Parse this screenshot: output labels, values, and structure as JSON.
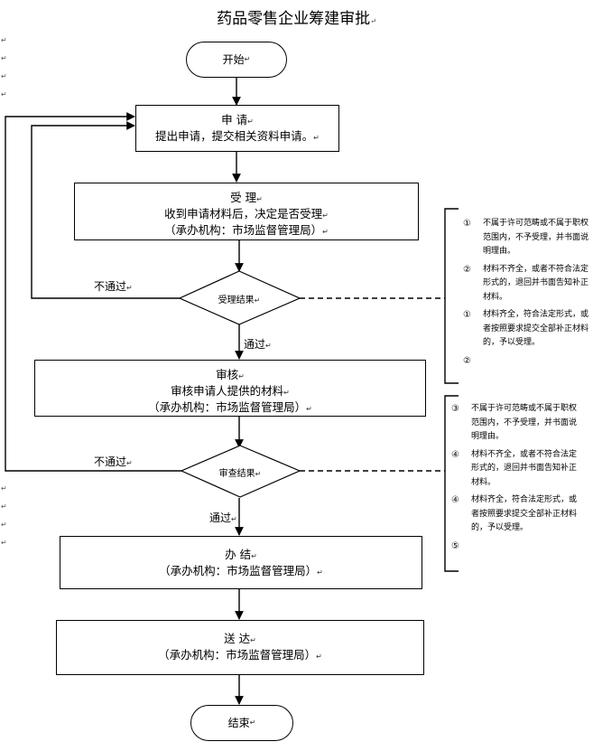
{
  "title": "药品零售企业筹建审批",
  "return_mark": "↵",
  "nodes": {
    "start": "开始",
    "apply": {
      "title": "申 请",
      "desc": "提出申请，提交相关资料申请。"
    },
    "accept": {
      "title": "受 理",
      "desc": "收到申请材料后，决定是否受理",
      "org": "（承办机构：市场监督管理局）"
    },
    "accept_decision": "受理结果",
    "review": {
      "title": "审核",
      "desc": "审核申请人提供的材料",
      "org": "（承办机构：市场监督管理局）"
    },
    "review_decision": "审查结果",
    "handle": {
      "title": "办 结",
      "org": "（承办机构：市场监督管理局）"
    },
    "deliver": {
      "title": "送 达",
      "org": "（承办机构：市场监督管理局）"
    },
    "end": "结束"
  },
  "labels": {
    "fail1": "不通过",
    "pass1": "通过",
    "fail2": "不通过",
    "pass2": "通过"
  },
  "notes1": [
    {
      "num": "①",
      "text": "不属于许可范畴或不属于职权范围内，不予受理，并书面说明理由。"
    },
    {
      "num": "②",
      "text": "材料不齐全，或者不符合法定形式的，退回并书面告知补正材料。"
    },
    {
      "num": "①",
      "text": "材料齐全，符合法定形式，或者按照要求提交全部补正材料的，予以受理。"
    },
    {
      "num": "②",
      "text": ""
    }
  ],
  "notes2": [
    {
      "num": "③",
      "text": "不属于许可范畴或不属于职权范围内，不予受理，并书面说明理由。"
    },
    {
      "num": "④",
      "text": "材料不齐全，或者不符合法定形式的，退回并书面告知补正材料。"
    },
    {
      "num": "④",
      "text": "材料齐全，符合法定形式，或者按照要求提交全部补正材料的，予以受理。"
    },
    {
      "num": "⑤",
      "text": ""
    }
  ],
  "edge_mark": "↵"
}
